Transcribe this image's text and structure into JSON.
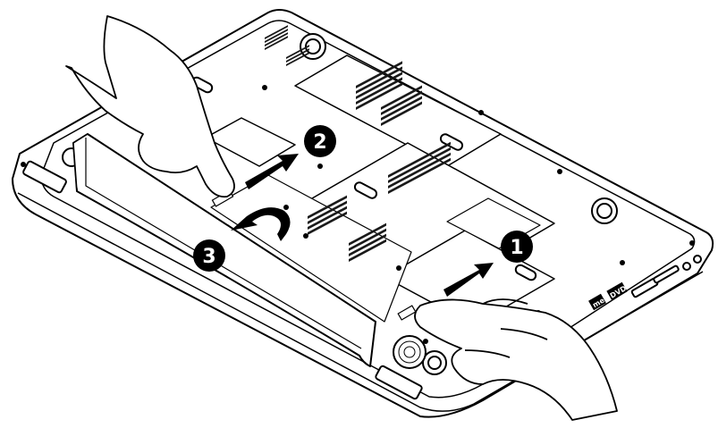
{
  "steps": [
    {
      "number": "1",
      "action": "slide-latch-1"
    },
    {
      "number": "2",
      "action": "slide-latch-2"
    },
    {
      "number": "3",
      "action": "lift-battery"
    }
  ],
  "port_logos": {
    "left": "me",
    "right": "DVD"
  },
  "colors": {
    "line": "#000000",
    "fill": "#ffffff",
    "vent": "#1a1a1a",
    "circle": "#000000"
  },
  "icons": [
    "hand-icon",
    "arrow-icon",
    "rotate-arrow-icon",
    "screw-icon",
    "vent-icon",
    "speaker-grille-icon",
    "usb-port-icon"
  ]
}
